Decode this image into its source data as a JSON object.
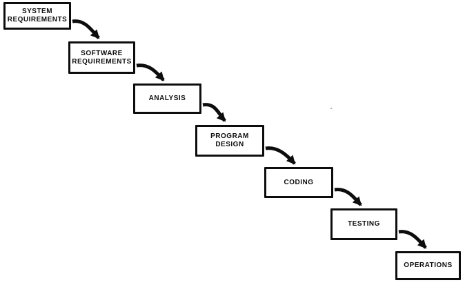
{
  "diagram": {
    "name": "waterfall-model-flowchart",
    "background_color": "#ffffff",
    "line_color": "#0d0d0d",
    "text_color": "#0d0d0d",
    "steps": [
      {
        "name": "system-requirements",
        "label_line1": "SYSTEM",
        "label_line2": "REQUIREMENTS"
      },
      {
        "name": "software-requirements",
        "label_line1": "SOFTWARE",
        "label_line2": "REQUIREMENTS"
      },
      {
        "name": "analysis",
        "label_line1": "ANALYSIS",
        "label_line2": ""
      },
      {
        "name": "program-design",
        "label_line1": "PROGRAM",
        "label_line2": "DESIGN"
      },
      {
        "name": "coding",
        "label_line1": "CODING",
        "label_line2": ""
      },
      {
        "name": "testing",
        "label_line1": "TESTING",
        "label_line2": ""
      },
      {
        "name": "operations",
        "label_line1": "OPERATIONS",
        "label_line2": ""
      }
    ],
    "arrow_count": 6,
    "arrow_style": "thick curved arrow sweeping down-right between consecutive steps"
  }
}
